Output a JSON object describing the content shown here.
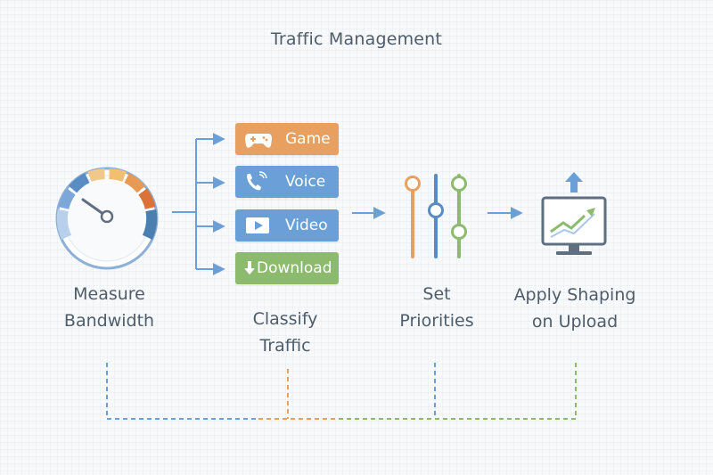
{
  "title": "Traffic Management",
  "steps": {
    "measure": "Measure\nBandwidth",
    "classify": "Classify\nTraffic",
    "priorities": "Set\nPriorities",
    "shaping": "Apply Shaping\non Upload"
  },
  "traffic_types": [
    {
      "label": "Game",
      "icon": "gamepad-icon",
      "color": "#e8a060"
    },
    {
      "label": "Voice",
      "icon": "phone-icon",
      "color": "#6a9fd8"
    },
    {
      "label": "Video",
      "icon": "play-icon",
      "color": "#6a9fd8"
    },
    {
      "label": "Download",
      "icon": "download-arrow-icon",
      "color": "#8cbb6e"
    }
  ],
  "colors": {
    "blue": "#6a9fd8",
    "orange": "#e8a060",
    "green": "#8cbb6e",
    "text": "#4f5d6b",
    "gauge_dark": "#4a7fb0"
  }
}
